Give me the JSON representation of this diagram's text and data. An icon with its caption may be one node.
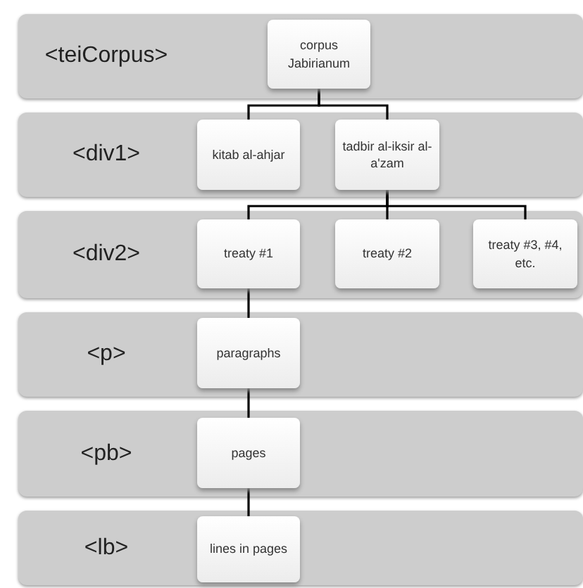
{
  "diagram": {
    "nodes": [
      {
        "text": [
          "<teiCorpus>"
        ]
      },
      {
        "text": [
          "corpus Jabirianum"
        ],
        "in": 0
      },
      {
        "text": [
          "<div1>"
        ]
      },
      {
        "text": [
          "kitab al-ahjar"
        ],
        "in": 2
      },
      {
        "text": [
          "tadbir al-iksir al-a'zam"
        ],
        "in": 2
      },
      {
        "text": [
          "<div2>"
        ]
      },
      {
        "text": [
          "treaty #1"
        ],
        "in": 5
      },
      {
        "text": [
          "treaty #2"
        ],
        "in": 5
      },
      {
        "text": [
          "treaty #3, #4, etc."
        ],
        "in": 5
      },
      {
        "text": [
          "<p>"
        ]
      },
      {
        "text": [
          "paragraphs"
        ],
        "in": 9
      },
      {
        "text": [
          "<pb>"
        ]
      },
      {
        "text": [
          "pages"
        ],
        "in": 11
      },
      {
        "text": [
          "<lb>"
        ]
      },
      {
        "text": [
          "lines in pages"
        ],
        "in": 13
      }
    ],
    "edges": [
      {
        "from": 1,
        "to": 3,
        "arrow": "none"
      },
      {
        "from": 1,
        "to": 4,
        "arrow": "none"
      },
      {
        "from": 4,
        "to": 6,
        "arrow": "none"
      },
      {
        "from": 4,
        "to": 7,
        "arrow": "none"
      },
      {
        "from": 4,
        "to": 8,
        "arrow": "none"
      },
      {
        "from": 6,
        "to": 10,
        "arrow": "none"
      },
      {
        "from": 10,
        "to": 12,
        "arrow": "none"
      },
      {
        "from": 12,
        "to": 14,
        "arrow": "none"
      }
    ]
  }
}
